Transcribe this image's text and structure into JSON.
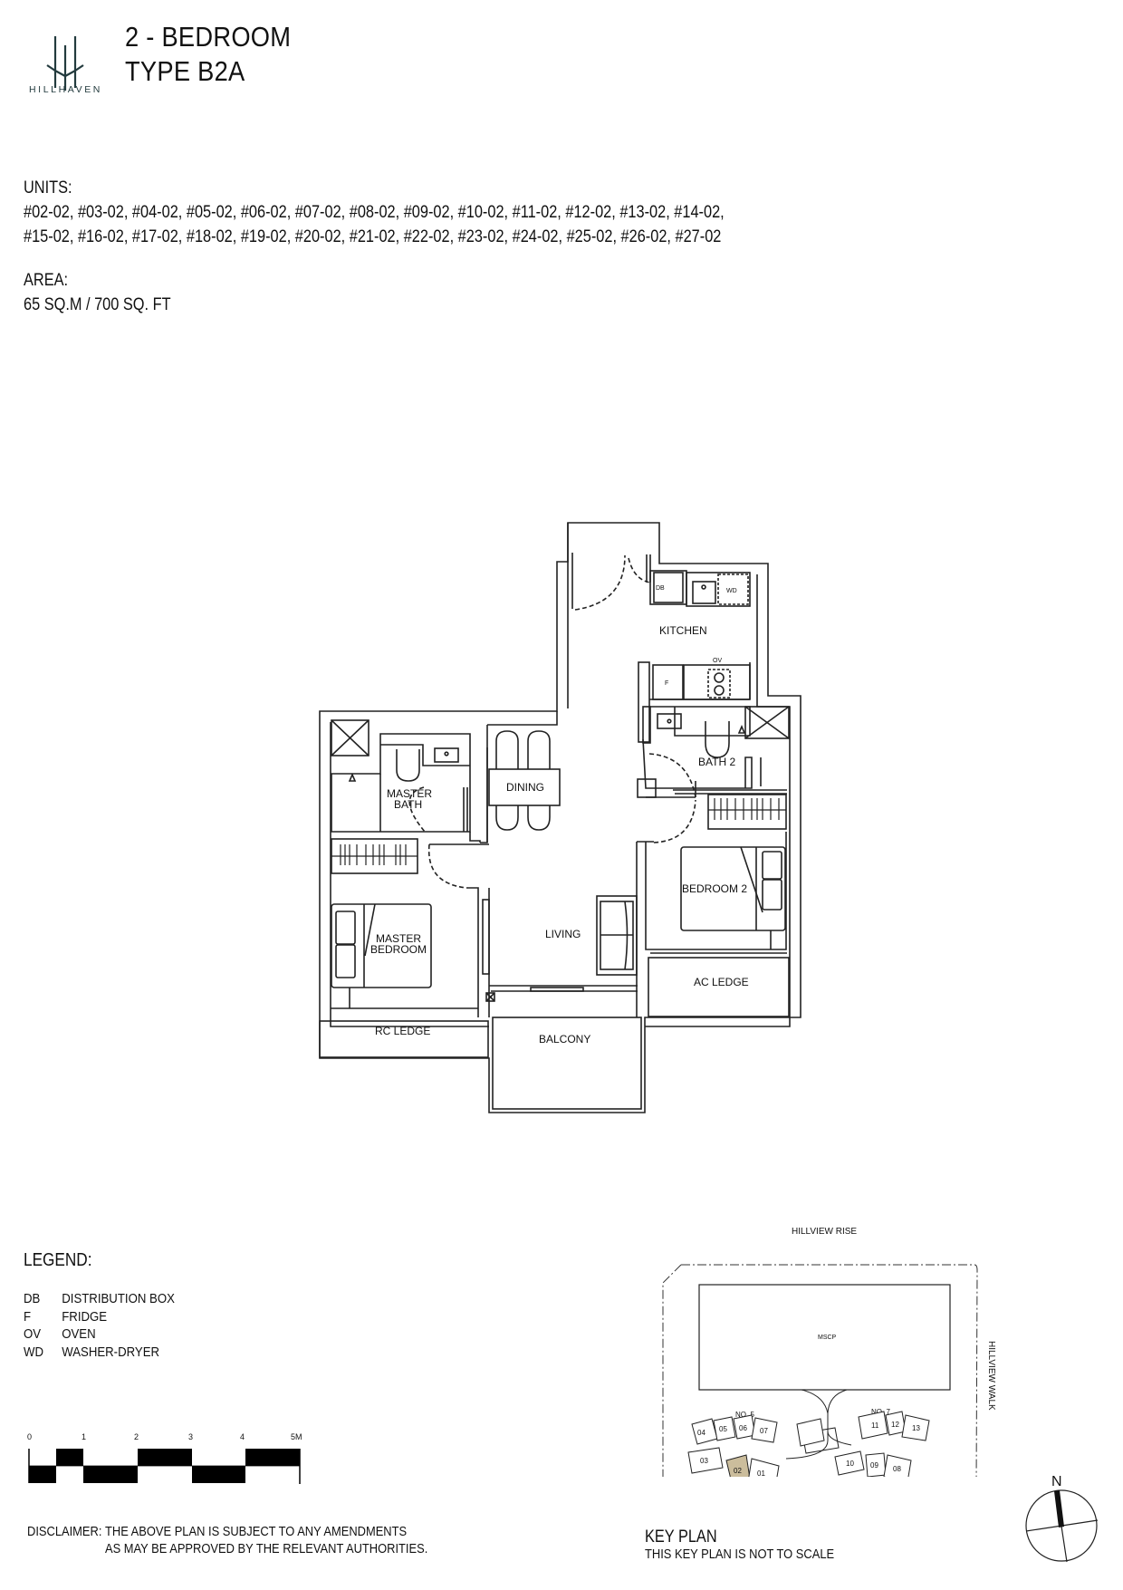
{
  "brand": {
    "name": "HILLHAVEN",
    "color": "#233b3e"
  },
  "header": {
    "title_line1": "2 - BEDROOM",
    "title_line2": "TYPE B2A"
  },
  "units": {
    "label": "UNITS:",
    "line1": "#02-02,  #03-02,  #04-02,  #05-02,  #06-02,  #07-02,  #08-02,  #09-02,  #10-02,  #11-02,  #12-02,  #13-02,  #14-02,",
    "line2": "#15-02,  #16-02,  #17-02,  #18-02,  #19-02,  #20-02,  #21-02,  #22-02,  #23-02,  #24-02,  #25-02,  #26-02,  #27-02",
    "list": [
      "#02-02",
      "#03-02",
      "#04-02",
      "#05-02",
      "#06-02",
      "#07-02",
      "#08-02",
      "#09-02",
      "#10-02",
      "#11-02",
      "#12-02",
      "#13-02",
      "#14-02",
      "#15-02",
      "#16-02",
      "#17-02",
      "#18-02",
      "#19-02",
      "#20-02",
      "#21-02",
      "#22-02",
      "#23-02",
      "#24-02",
      "#25-02",
      "#26-02",
      "#27-02"
    ]
  },
  "area": {
    "label": "AREA:",
    "value": "65 SQ.M  /  700 SQ. FT"
  },
  "floorplan": {
    "rooms": {
      "kitchen": "KITCHEN",
      "dining": "DINING",
      "master_bath_1": "MASTER",
      "master_bath_2": "BATH",
      "bath2": "BATH 2",
      "bedroom2": "BEDROOM 2",
      "master_bedroom_1": "MASTER",
      "master_bedroom_2": "BEDROOM",
      "living": "LIVING",
      "ac_ledge": "AC LEDGE",
      "rc_ledge": "RC LEDGE",
      "balcony": "BALCONY"
    },
    "fixtures": {
      "db": "DB",
      "wd": "WD",
      "f": "F",
      "ov": "OV"
    }
  },
  "legend": {
    "title": "LEGEND:",
    "items": [
      {
        "code": "DB",
        "label": "DISTRIBUTION  BOX"
      },
      {
        "code": "F",
        "label": "FRIDGE"
      },
      {
        "code": "OV",
        "label": "OVEN"
      },
      {
        "code": "WD",
        "label": "WASHER-DRYER"
      }
    ]
  },
  "scale_bar": {
    "ticks": [
      "0",
      "1",
      "2",
      "3",
      "4",
      "5M"
    ]
  },
  "disclaimer": {
    "label": "DISCLAIMER:",
    "line1": "THE  ABOVE  PLAN  IS  SUBJECT  TO  ANY  AMENDMENTS",
    "line2": "AS  MAY  BE  APPROVED  BY  THE  RELEVANT  AUTHORITIES."
  },
  "key_plan": {
    "road_top": "HILLVIEW  RISE",
    "road_right": "HILLVIEW  WALK",
    "mscp": "MSCP",
    "block5": "NO. 5",
    "block7": "NO. 7",
    "stacks": [
      "01",
      "02",
      "03",
      "04",
      "05",
      "06",
      "07",
      "08",
      "09",
      "10",
      "11",
      "12",
      "13"
    ],
    "highlighted_stack": "02",
    "highlight_color": "#cbbd9c",
    "title": "KEY  PLAN",
    "subtitle": "THIS  KEY  PLAN  IS  NOT  TO  SCALE"
  },
  "north_arrow": {
    "label": "N"
  }
}
